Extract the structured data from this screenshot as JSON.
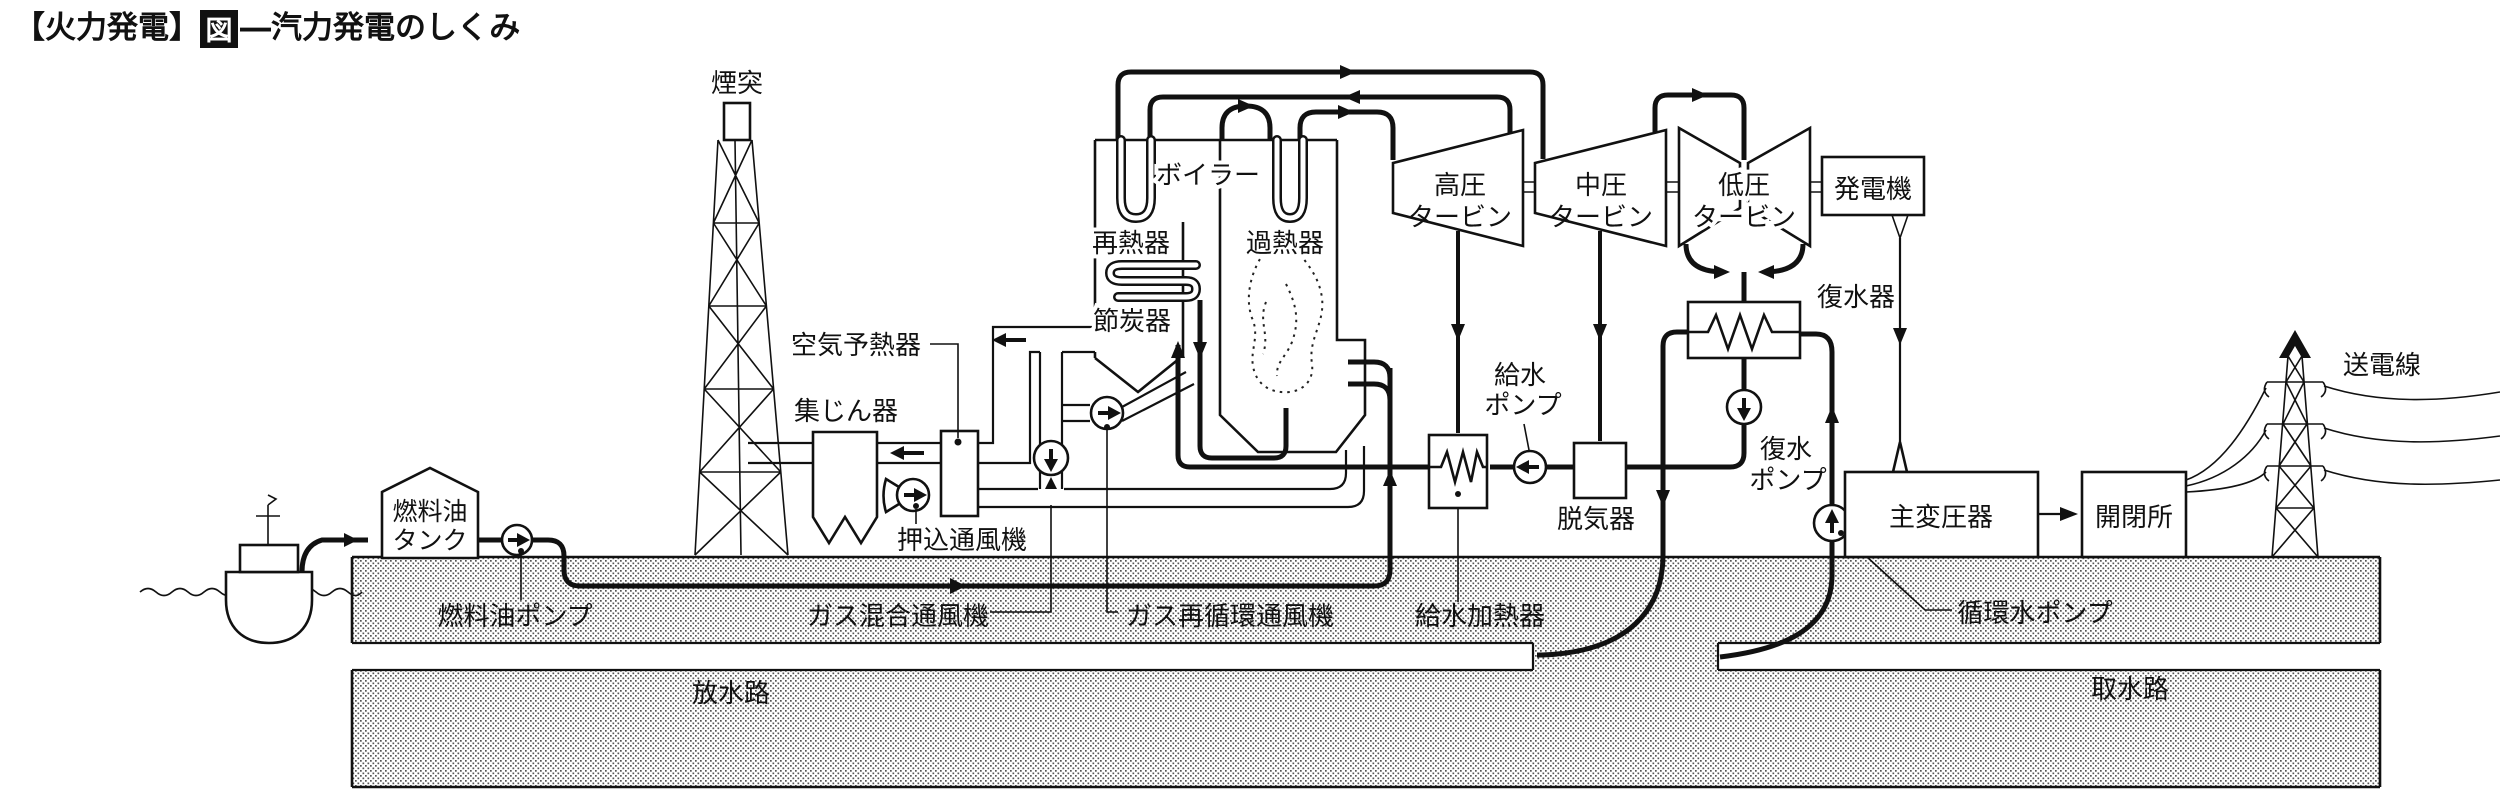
{
  "title": {
    "prefix": "【火力発電】",
    "boxed": "図",
    "rest": "―汽力発電のしくみ"
  },
  "colors": {
    "ink": "#111111",
    "ground_dot": "#555555",
    "background": "#ffffff"
  },
  "labels": {
    "chimney": "煙突",
    "air_preheater": "空気予熱器",
    "dust_collector": "集じん器",
    "forced_draft_fan": "押込通風機",
    "boiler": "ボイラー",
    "reheater": "再熱器",
    "superheater": "過熱器",
    "economizer": "節炭器",
    "hp_turbine_line1": "高圧",
    "hp_turbine_line2": "タービン",
    "ip_turbine_line1": "中圧",
    "ip_turbine_line2": "タービン",
    "lp_turbine_line1": "低圧",
    "lp_turbine_line2": "タービン",
    "generator": "発電機",
    "condenser": "復水器",
    "feed_pump_line1": "給水",
    "feed_pump_line2": "ポンプ",
    "deaerator": "脱気器",
    "condensate_pump_line1": "復水",
    "condensate_pump_line2": "ポンプ",
    "main_transformer": "主変圧器",
    "switchyard": "開閉所",
    "transmission_line": "送電線",
    "fuel_tank_line1": "燃料油",
    "fuel_tank_line2": "タンク",
    "fuel_oil_pump": "燃料油ポンプ",
    "gas_mixing_fan": "ガス混合通風機",
    "gas_recirculation_fan": "ガス再循環通風機",
    "feedwater_heater": "給水加熱器",
    "circulating_water_pump": "循環水ポンプ",
    "discharge_channel": "放水路",
    "intake_channel": "取水路"
  }
}
